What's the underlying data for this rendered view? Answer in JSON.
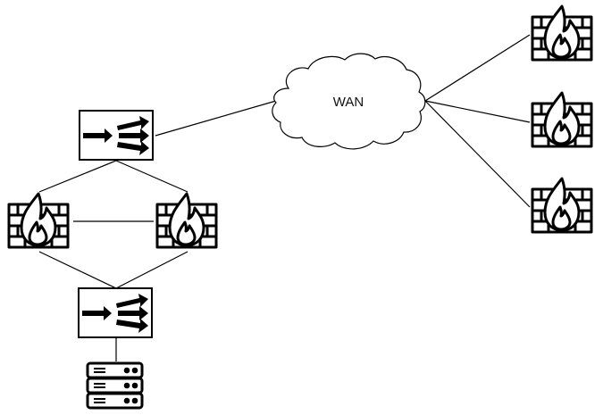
{
  "diagram": {
    "title": "",
    "cloud": {
      "id": "wan",
      "label": "WAN"
    },
    "nodes": [
      {
        "id": "switch-top",
        "type": "switch",
        "label": ""
      },
      {
        "id": "firewall-left",
        "type": "firewall",
        "label": ""
      },
      {
        "id": "firewall-right",
        "type": "firewall",
        "label": ""
      },
      {
        "id": "switch-bottom",
        "type": "switch",
        "label": ""
      },
      {
        "id": "server",
        "type": "server",
        "label": ""
      },
      {
        "id": "firewall-remote-1",
        "type": "firewall",
        "label": ""
      },
      {
        "id": "firewall-remote-2",
        "type": "firewall",
        "label": ""
      },
      {
        "id": "firewall-remote-3",
        "type": "firewall",
        "label": ""
      }
    ],
    "links": [
      [
        "switch-top",
        "wan"
      ],
      [
        "switch-top",
        "firewall-left"
      ],
      [
        "switch-top",
        "firewall-right"
      ],
      [
        "firewall-left",
        "firewall-right"
      ],
      [
        "firewall-left",
        "switch-bottom"
      ],
      [
        "firewall-right",
        "switch-bottom"
      ],
      [
        "switch-bottom",
        "server"
      ],
      [
        "wan",
        "firewall-remote-1"
      ],
      [
        "wan",
        "firewall-remote-2"
      ],
      [
        "wan",
        "firewall-remote-3"
      ]
    ],
    "colors": {
      "stroke": "#000000",
      "background": "#ffffff"
    }
  }
}
